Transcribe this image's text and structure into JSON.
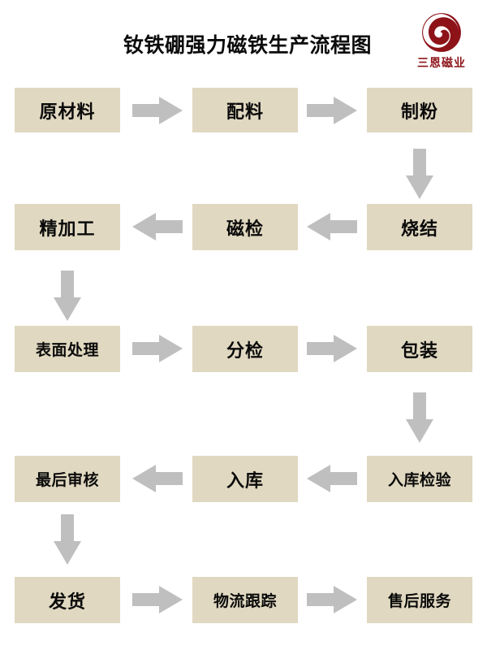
{
  "header": {
    "title": "钕铁硼强力磁铁生产流程图",
    "brand_name": "三恩磁业",
    "brand_mark_icon": "spiral-swirl-icon"
  },
  "colors": {
    "node_fill": "#e0d8c0",
    "node_text": "#0a0a0a",
    "arrow_fill": "#bfbfbf",
    "brand_red": "#8d1319",
    "background": "#ffffff"
  },
  "chart_data": {
    "type": "diagram",
    "title": "钕铁硼强力磁铁生产流程图",
    "layout": "serpentine-grid-3-columns-5-rows",
    "nodes": [
      {
        "id": "n1",
        "label": "原材料",
        "row": 1,
        "col": "left"
      },
      {
        "id": "n2",
        "label": "配料",
        "row": 1,
        "col": "center"
      },
      {
        "id": "n3",
        "label": "制粉",
        "row": 1,
        "col": "right"
      },
      {
        "id": "n4",
        "label": "烧结",
        "row": 2,
        "col": "right"
      },
      {
        "id": "n5",
        "label": "磁检",
        "row": 2,
        "col": "center"
      },
      {
        "id": "n6",
        "label": "精加工",
        "row": 2,
        "col": "left"
      },
      {
        "id": "n7",
        "label": "表面处理",
        "row": 3,
        "col": "left"
      },
      {
        "id": "n8",
        "label": "分检",
        "row": 3,
        "col": "center"
      },
      {
        "id": "n9",
        "label": "包装",
        "row": 3,
        "col": "right"
      },
      {
        "id": "n10",
        "label": "入库检验",
        "row": 4,
        "col": "right"
      },
      {
        "id": "n11",
        "label": "入库",
        "row": 4,
        "col": "center"
      },
      {
        "id": "n12",
        "label": "最后审核",
        "row": 4,
        "col": "left"
      },
      {
        "id": "n13",
        "label": "发货",
        "row": 5,
        "col": "left"
      },
      {
        "id": "n14",
        "label": "物流跟踪",
        "row": 5,
        "col": "center"
      },
      {
        "id": "n15",
        "label": "售后服务",
        "row": 5,
        "col": "right"
      }
    ],
    "edges": [
      {
        "from": "n1",
        "to": "n2",
        "direction": "right"
      },
      {
        "from": "n2",
        "to": "n3",
        "direction": "right"
      },
      {
        "from": "n3",
        "to": "n4",
        "direction": "down"
      },
      {
        "from": "n4",
        "to": "n5",
        "direction": "left"
      },
      {
        "from": "n5",
        "to": "n6",
        "direction": "left"
      },
      {
        "from": "n6",
        "to": "n7",
        "direction": "down"
      },
      {
        "from": "n7",
        "to": "n8",
        "direction": "right"
      },
      {
        "from": "n8",
        "to": "n9",
        "direction": "right"
      },
      {
        "from": "n9",
        "to": "n10",
        "direction": "down"
      },
      {
        "from": "n10",
        "to": "n11",
        "direction": "left"
      },
      {
        "from": "n11",
        "to": "n12",
        "direction": "left"
      },
      {
        "from": "n12",
        "to": "n13",
        "direction": "down"
      },
      {
        "from": "n13",
        "to": "n14",
        "direction": "right"
      },
      {
        "from": "n14",
        "to": "n15",
        "direction": "right"
      }
    ]
  }
}
